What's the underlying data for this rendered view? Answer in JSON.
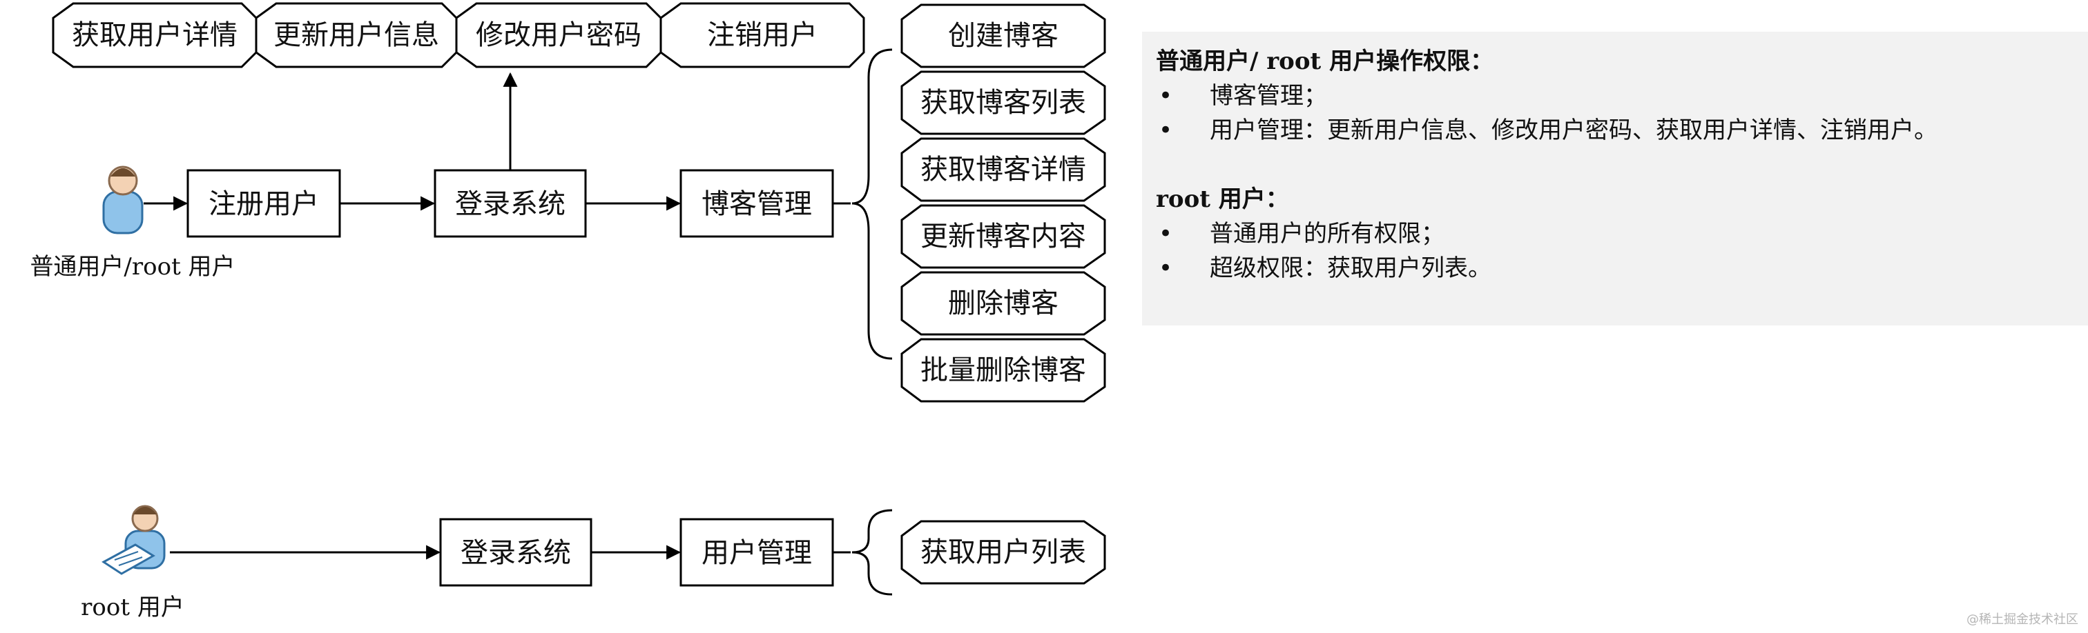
{
  "actors": {
    "normal_user": "普通用户/root 用户",
    "root_user": "root 用户"
  },
  "flow1": {
    "register": "注册用户",
    "login": "登录系统",
    "blog_management": "博客管理"
  },
  "user_ops": [
    "获取用户详情",
    "更新用户信息",
    "修改用户密码",
    "注销用户"
  ],
  "blog_ops": [
    "创建博客",
    "获取博客列表",
    "获取博客详情",
    "更新博客内容",
    "删除博客",
    "批量删除博客"
  ],
  "flow2": {
    "login": "登录系统",
    "user_management": "用户管理",
    "list_users": "获取用户列表"
  },
  "notes": {
    "section1_title": "普通用户/ root 用户操作权限：",
    "section1_items": [
      "博客管理；",
      "用户管理：更新用户信息、修改用户密码、获取用户详情、注销用户。"
    ],
    "section2_title": "root 用户：",
    "section2_items": [
      "普通用户的所有权限；",
      "超级权限：获取用户列表。"
    ]
  },
  "watermark": "@稀土掘金技术社区",
  "colors": {
    "line": "#000000",
    "notes_bg": "#f2f2f2",
    "actor_blue": "#8fc3ea",
    "actor_skin": "#f3d2b4"
  }
}
